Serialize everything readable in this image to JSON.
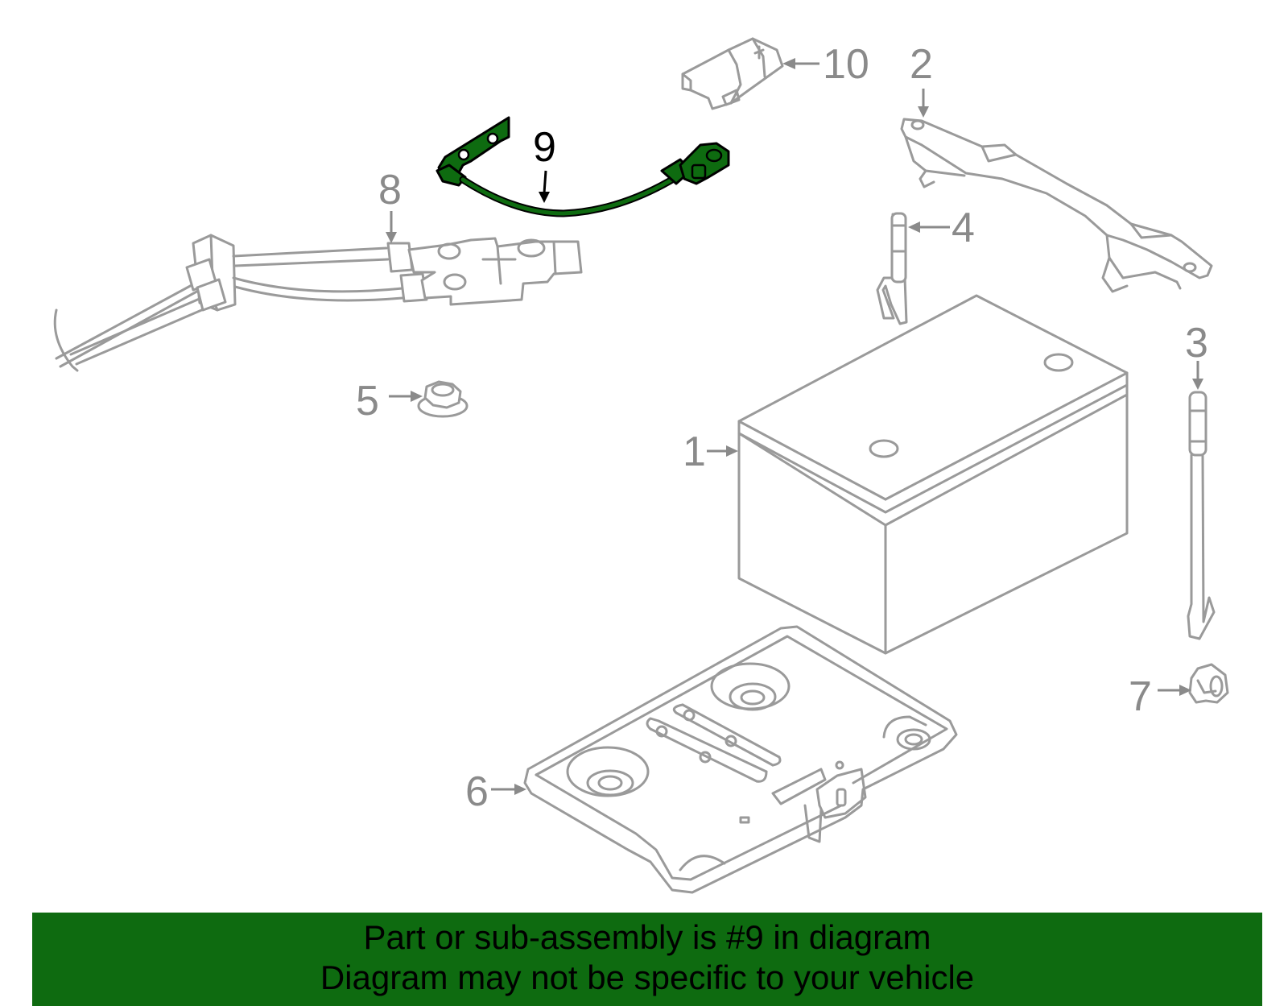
{
  "callouts": {
    "c1": "1",
    "c2": "2",
    "c3": "3",
    "c4": "4",
    "c5": "5",
    "c6": "6",
    "c7": "7",
    "c8": "8",
    "c9": "9",
    "c10": "10"
  },
  "highlight_part": "9",
  "colors": {
    "highlight": "#0e6b10",
    "outline": "#9a9a9a",
    "banner": "#0e6b10"
  },
  "banner": {
    "line1": "Part or sub-assembly is #9 in diagram",
    "line2": "Diagram may not be specific to your vehicle"
  }
}
